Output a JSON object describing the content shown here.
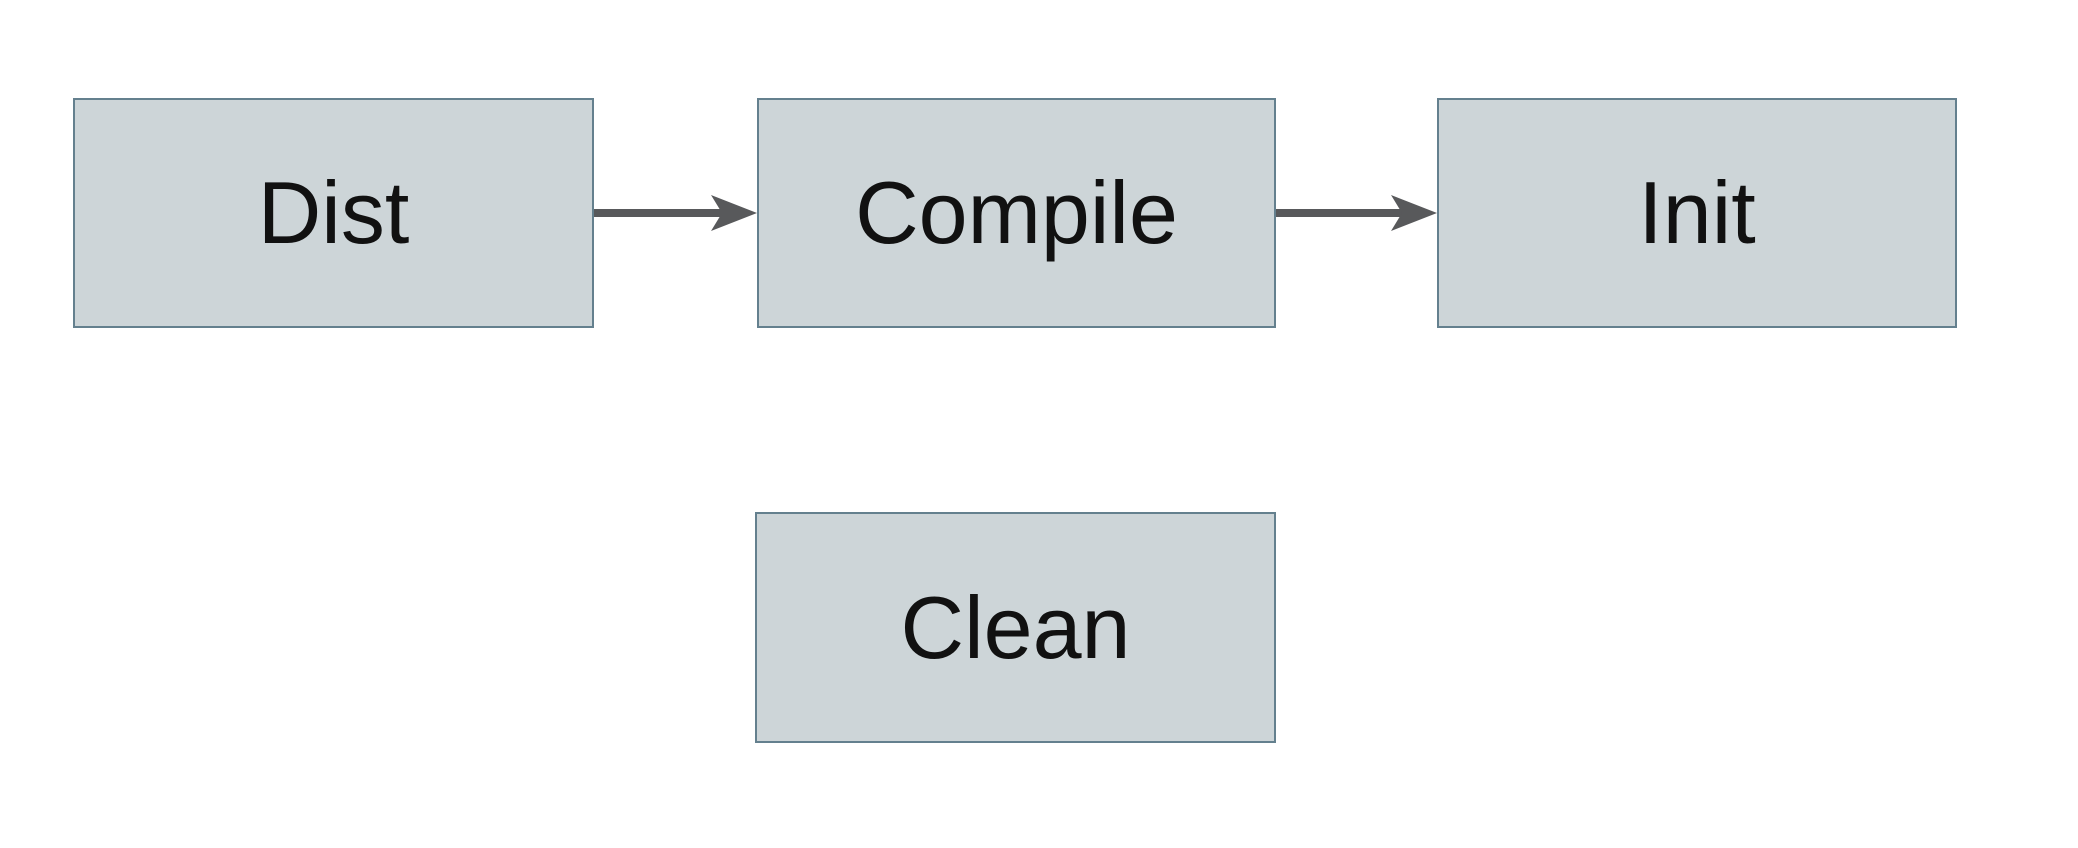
{
  "diagram": {
    "title": "build-targets-flow",
    "nodes": [
      {
        "id": "dist",
        "label": "Dist"
      },
      {
        "id": "compile",
        "label": "Compile"
      },
      {
        "id": "init",
        "label": "Init"
      },
      {
        "id": "clean",
        "label": "Clean"
      }
    ],
    "edges": [
      {
        "from": "Dist",
        "to": "Compile",
        "direction": "right"
      },
      {
        "from": "Compile",
        "to": "Init",
        "direction": "right"
      }
    ],
    "colors": {
      "background": "#ffffff",
      "node_fill": "#cdd5d8",
      "node_border": "#64808e",
      "arrow": "#58595b",
      "text": "#111111"
    }
  }
}
